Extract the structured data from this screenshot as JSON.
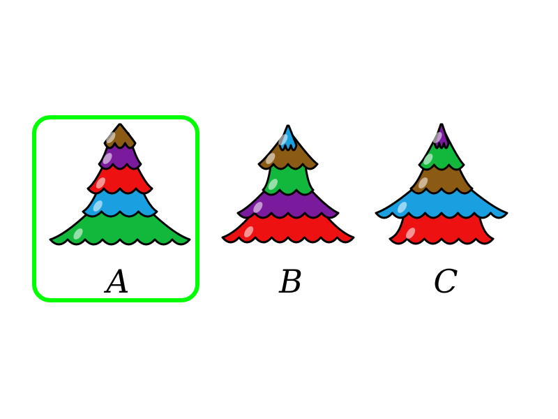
{
  "palette": {
    "brown": "#8b5a14",
    "purple": "#7a1a9c",
    "red": "#ee1111",
    "blue": "#1aa0e0",
    "green": "#12b83c",
    "selection": "#00ff00"
  },
  "options": [
    {
      "label": "A",
      "selected": true,
      "layers_top_to_bottom": [
        "brown",
        "purple",
        "red",
        "blue",
        "green"
      ]
    },
    {
      "label": "B",
      "selected": false,
      "layers_top_to_bottom": [
        "blue",
        "brown",
        "green",
        "purple",
        "red"
      ]
    },
    {
      "label": "C",
      "selected": false,
      "layers_top_to_bottom": [
        "purple",
        "green",
        "brown",
        "blue",
        "red"
      ]
    }
  ]
}
